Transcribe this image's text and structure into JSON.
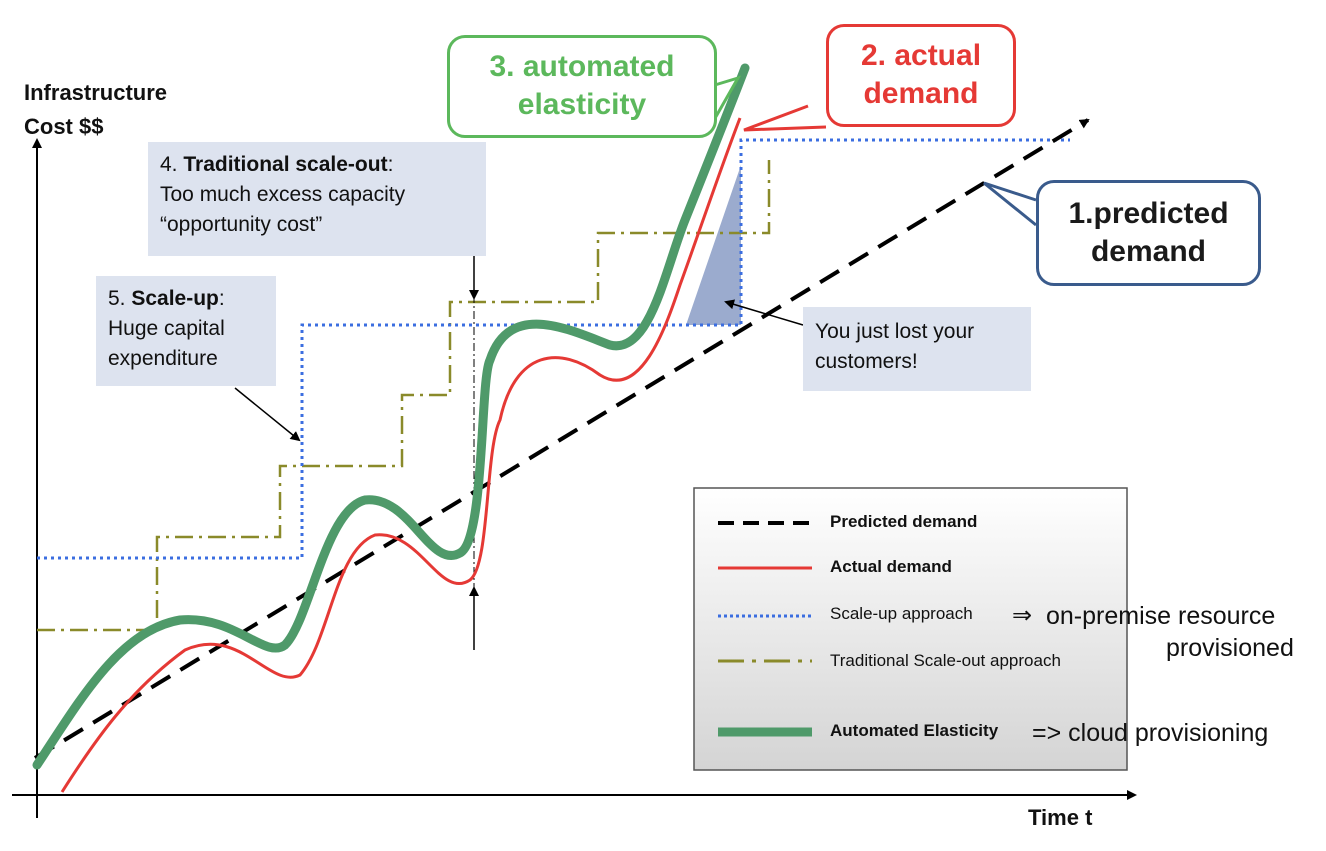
{
  "axes": {
    "y_label_line1": "Infrastructure",
    "y_label_line2": "Cost $$",
    "x_label": "Time t"
  },
  "callouts": {
    "automated": {
      "line1": "3. automated",
      "line2": "elasticity",
      "color": "#5cb85c"
    },
    "actual": {
      "line1": "2. actual",
      "line2": "demand",
      "color": "#e53935"
    },
    "predicted": {
      "line1": "1.predicted",
      "line2": "demand",
      "color": "#3a5b8c"
    }
  },
  "notes": {
    "traditional": {
      "prefix": "4. ",
      "bold": "Traditional scale-out",
      "suffix": ":",
      "line2": "Too much excess capacity",
      "line3": "“opportunity cost”"
    },
    "scaleup": {
      "prefix": "5. ",
      "bold": "Scale-up",
      "suffix": ":",
      "line2": "Huge capital",
      "line3": "expenditure"
    },
    "lost": {
      "line1": "You just lost your",
      "line2": "customers!"
    }
  },
  "legend": {
    "predicted": "Predicted demand",
    "actual": "Actual demand",
    "scaleup": "Scale-up approach",
    "traditional": "Traditional Scale-out approach",
    "elastic": "Automated Elasticity",
    "arrow_symbol": "⇒",
    "onpremise_line1": "on-premise  resource",
    "onpremise_line2": "provisioned",
    "cloud": "=> cloud provisioning"
  },
  "colors": {
    "predicted": "#000000",
    "actual": "#e53935",
    "scaleup": "#3b6ee0",
    "traditional": "#8a8a2a",
    "elastic": "#4f9a6a",
    "note_fill": "#dde3ef",
    "lost_fill": "#8a9cc6"
  }
}
